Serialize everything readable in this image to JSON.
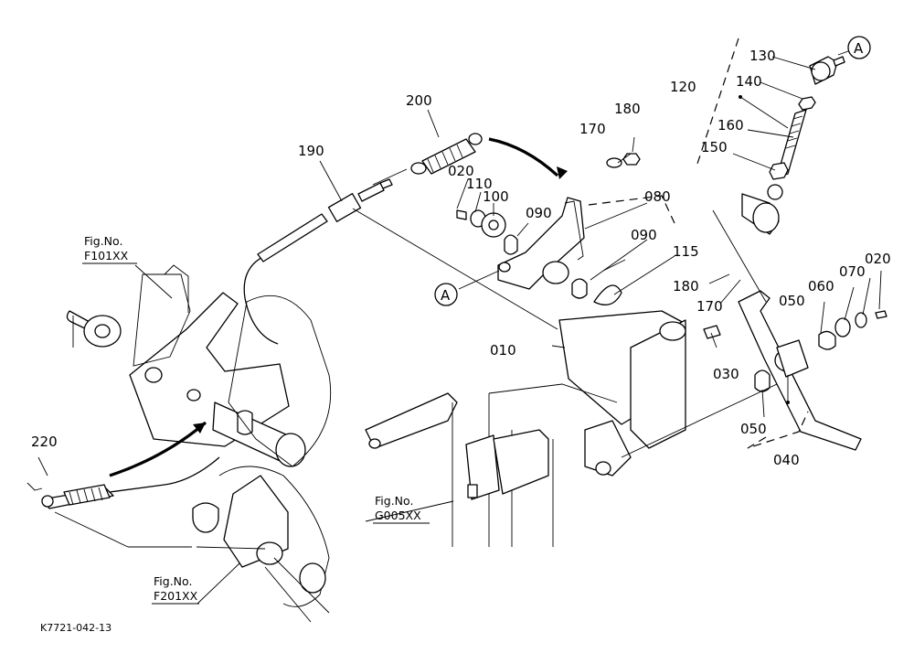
{
  "diagram_code": "K7721-042-13",
  "callouts": [
    {
      "id": "130",
      "label": "130"
    },
    {
      "id": "140",
      "label": "140"
    },
    {
      "id": "120",
      "label": "120"
    },
    {
      "id": "160",
      "label": "160"
    },
    {
      "id": "150",
      "label": "150"
    },
    {
      "id": "200",
      "label": "200"
    },
    {
      "id": "180a",
      "label": "180"
    },
    {
      "id": "170a",
      "label": "170"
    },
    {
      "id": "190",
      "label": "190"
    },
    {
      "id": "020a",
      "label": "020"
    },
    {
      "id": "110",
      "label": "110"
    },
    {
      "id": "100",
      "label": "100"
    },
    {
      "id": "090a",
      "label": "090"
    },
    {
      "id": "080",
      "label": "080"
    },
    {
      "id": "090b",
      "label": "090"
    },
    {
      "id": "115",
      "label": "115"
    },
    {
      "id": "180b",
      "label": "180"
    },
    {
      "id": "170b",
      "label": "170"
    },
    {
      "id": "020b",
      "label": "020"
    },
    {
      "id": "070",
      "label": "070"
    },
    {
      "id": "060",
      "label": "060"
    },
    {
      "id": "050a",
      "label": "050"
    },
    {
      "id": "010",
      "label": "010"
    },
    {
      "id": "030",
      "label": "030"
    },
    {
      "id": "050b",
      "label": "050"
    },
    {
      "id": "040",
      "label": "040"
    },
    {
      "id": "220",
      "label": "220"
    }
  ],
  "markers": [
    {
      "id": "A1",
      "label": "A"
    },
    {
      "id": "A2",
      "label": "A"
    }
  ],
  "figure_refs": [
    {
      "id": "f101",
      "line1": "Fig.No.",
      "line2": "F101XX"
    },
    {
      "id": "g005",
      "line1": "Fig.No.",
      "line2": "G005XX"
    },
    {
      "id": "f201",
      "line1": "Fig.No.",
      "line2": "F201XX"
    }
  ]
}
